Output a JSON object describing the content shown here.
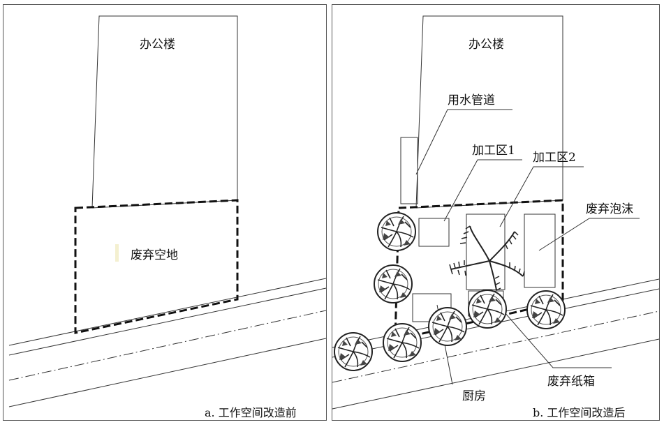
{
  "panel_a": {
    "label_office": "办公楼",
    "label_area": "废弃空地",
    "caption": "a. 工作空间改造前"
  },
  "panel_b": {
    "label_office": "办公楼",
    "label_pipe": "用水管道",
    "label_zone1": "加工区1",
    "label_zone2": "加工区2",
    "label_foam": "废弃泡沫",
    "label_kitchen": "厨房",
    "label_carton": "废弃纸箱",
    "caption": "b. 工作空间改造后"
  },
  "colors": {
    "line": "#333333",
    "boundary": "#111111",
    "background": "#ffffff"
  },
  "icons": [
    "tree-icon",
    "palm-tree-icon"
  ]
}
